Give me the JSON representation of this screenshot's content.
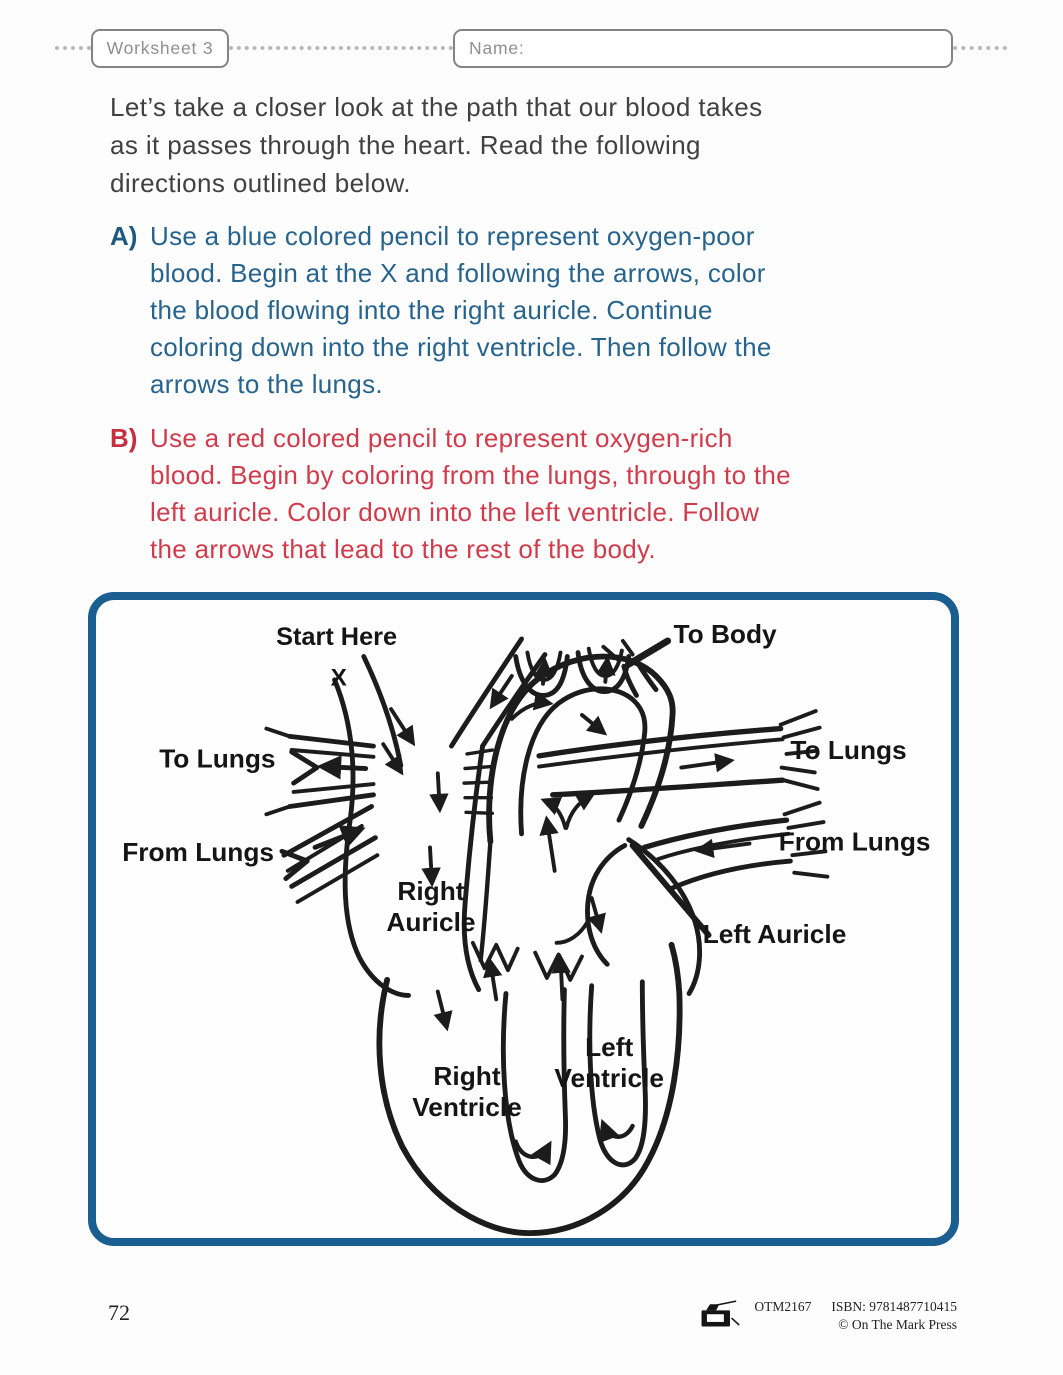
{
  "header": {
    "worksheet_label": "Worksheet 3",
    "name_label": "Name:",
    "name_value": ""
  },
  "intro": {
    "lines": [
      "Let’s take a closer look at the path that our blood takes",
      "as it passes through the heart. Read the following",
      "directions outlined below."
    ]
  },
  "instructions": {
    "a": {
      "label": "A)",
      "label_color": "#1d5a80",
      "text_color": "#27648d",
      "lines": [
        "Use a blue colored pencil to represent oxygen-poor",
        "blood. Begin at the X and following the arrows, color",
        "the blood flowing into the right auricle. Continue",
        "coloring down into the right ventricle. Then follow the",
        "arrows to the lungs."
      ]
    },
    "b": {
      "label": "B)",
      "label_color": "#c72f3f",
      "text_color": "#d13c4c",
      "lines": [
        "Use a red colored pencil to represent oxygen-rich",
        "blood. Begin by coloring from the lungs, through to the",
        "left auricle. Color down into the left ventricle. Follow",
        "the arrows that lead to the rest of the body."
      ]
    }
  },
  "diagram": {
    "border_color": "#1a5f8f",
    "ink_color": "#1c1c1c",
    "labels": {
      "start_here": "Start Here",
      "x_marker": "X",
      "to_body": "To Body",
      "to_lungs_left": "To Lungs",
      "to_lungs_right": "To Lungs",
      "from_lungs_left": "From Lungs",
      "from_lungs_right": "From Lungs",
      "right_auricle": [
        "Right",
        "Auricle"
      ],
      "left_auricle": "Left Auricle",
      "right_ventricle": [
        "Right",
        "Ventricle"
      ],
      "left_ventricle": [
        "Left",
        "Ventricle"
      ]
    }
  },
  "footer": {
    "page_number": "72",
    "code": "OTM2167",
    "isbn": "ISBN: 9781487710415",
    "publisher": "© On The Mark Press"
  }
}
